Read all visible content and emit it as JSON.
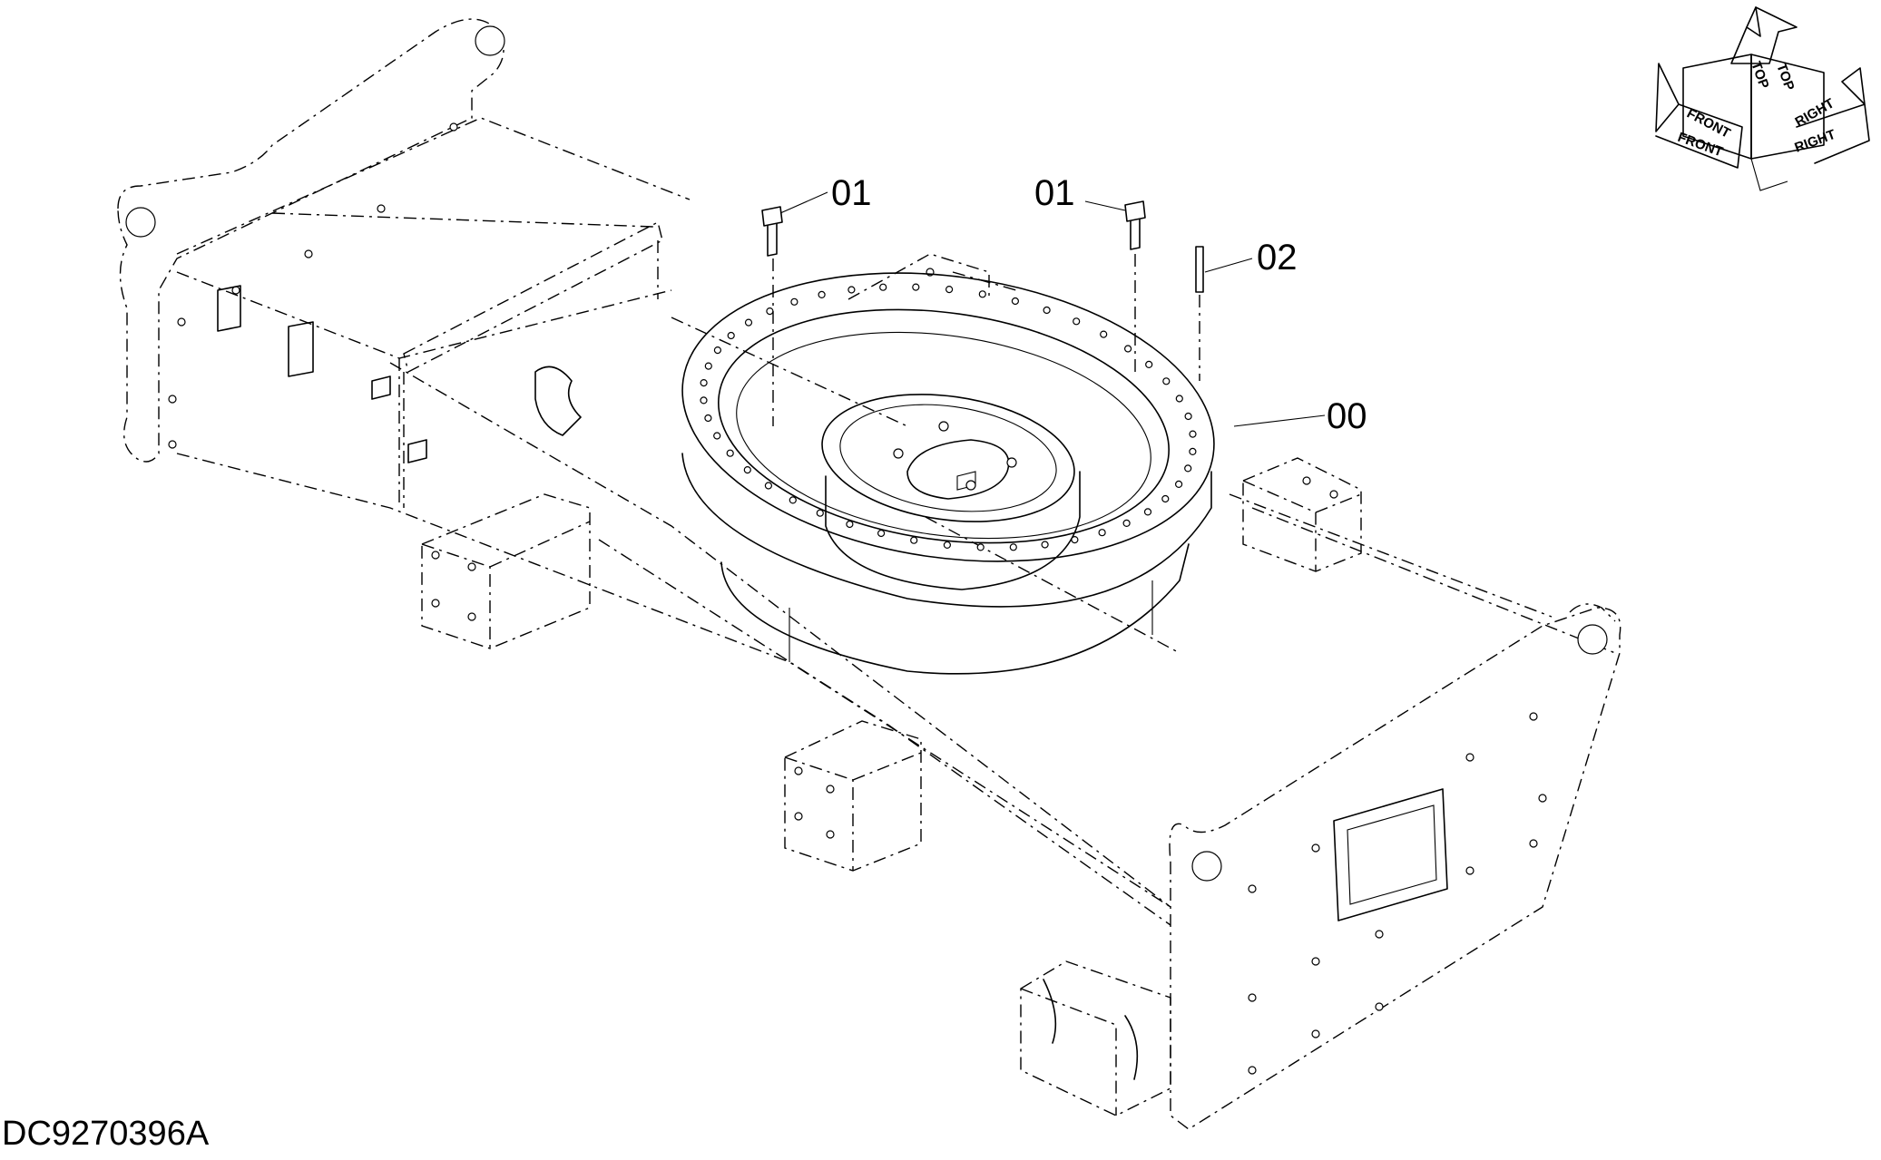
{
  "labels": {
    "part_00": "00",
    "part_01_left": "01",
    "part_01_right": "01",
    "part_02": "02"
  },
  "orientation": {
    "top": "TOP",
    "front": "FRONT",
    "right": "RIGHT"
  },
  "drawing_code": "DC9270396A"
}
